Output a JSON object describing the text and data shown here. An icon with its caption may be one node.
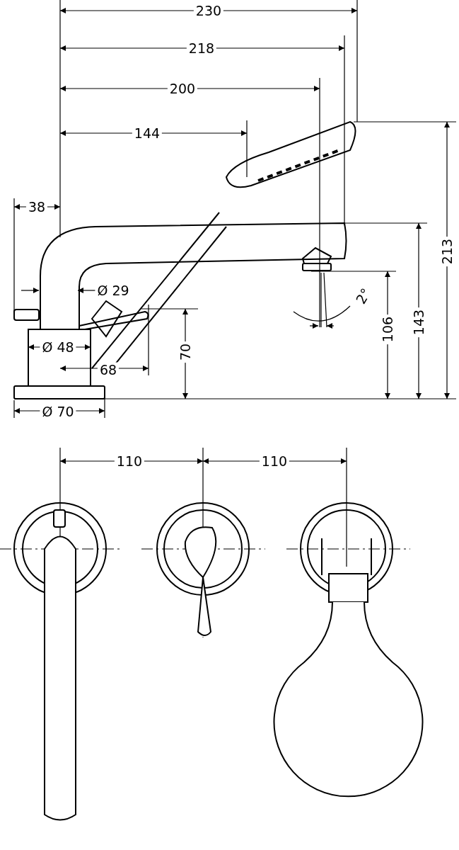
{
  "diagram": {
    "labels": [
      "230",
      "218",
      "200",
      "144",
      "38",
      "Ø 29",
      "Ø 48",
      "68",
      "Ø 70",
      "70",
      "106",
      "143",
      "213",
      "2°",
      "110",
      "110"
    ]
  }
}
